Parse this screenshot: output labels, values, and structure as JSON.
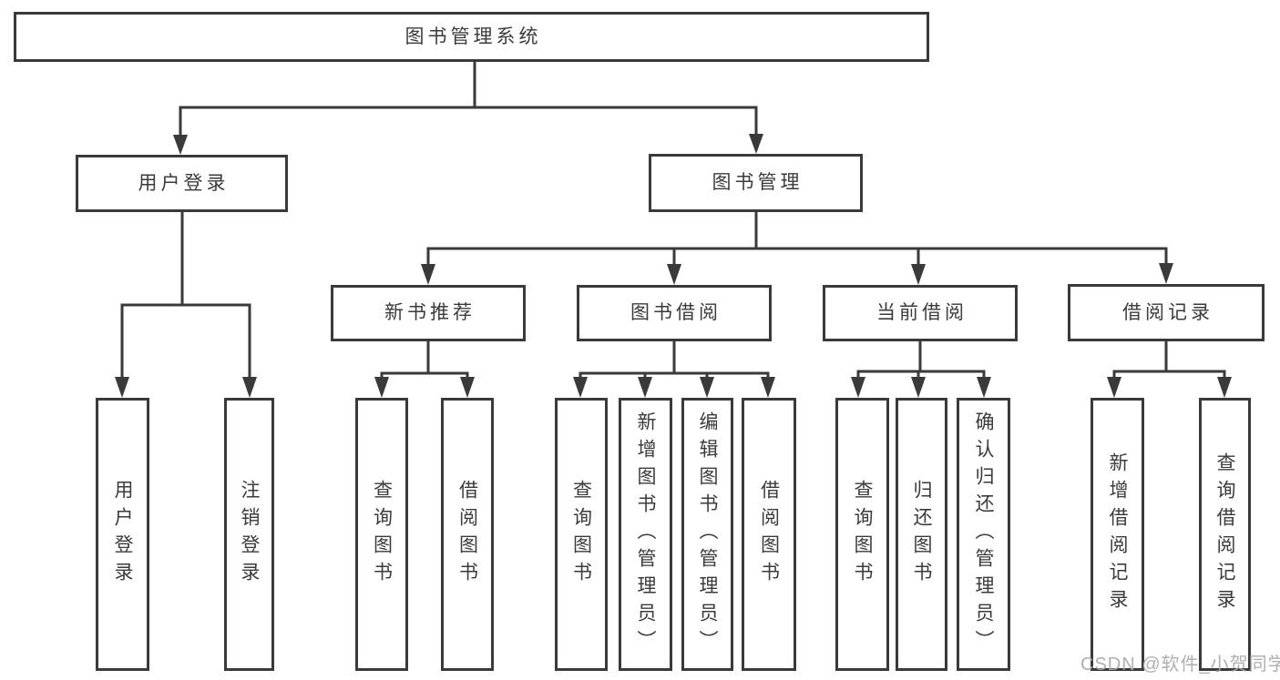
{
  "diagram": {
    "root": {
      "label": "图书管理系统"
    },
    "level2": {
      "user_login": {
        "label": "用户登录"
      },
      "book_management": {
        "label": "图书管理"
      }
    },
    "level3": {
      "new_book_recommendation": {
        "label": "新书推荐"
      },
      "book_borrowing": {
        "label": "图书借阅"
      },
      "current_borrowing": {
        "label": "当前借阅"
      },
      "borrowing_records": {
        "label": "借阅记录"
      }
    },
    "leaves": {
      "user_login": {
        "label": "用户登录"
      },
      "logout": {
        "label": "注销登录"
      },
      "nbr_query_books": {
        "label": "查询图书"
      },
      "nbr_borrow_books": {
        "label": "借阅图书"
      },
      "bb_query_books": {
        "label": "查询图书"
      },
      "bb_add_books_admin": {
        "label": "新增图书（管理员）"
      },
      "bb_edit_books_admin": {
        "label": "编辑图书（管理员）"
      },
      "bb_borrow_books": {
        "label": "借阅图书"
      },
      "cb_query_books": {
        "label": "查询图书"
      },
      "cb_return_books": {
        "label": "归还图书"
      },
      "cb_confirm_return_admin": {
        "label": "确认归还（管理员）"
      },
      "br_add_borrow_record": {
        "label": "新增借阅记录"
      },
      "br_query_borrow_record": {
        "label": "查询借阅记录"
      }
    },
    "colors": {
      "line": "#3a3a3a",
      "border": "#3a3a3a",
      "text": "#3b3b3b",
      "watermark": "#a8a8a8"
    }
  },
  "watermark": {
    "text": "CSDN @软件_小贺同学"
  }
}
